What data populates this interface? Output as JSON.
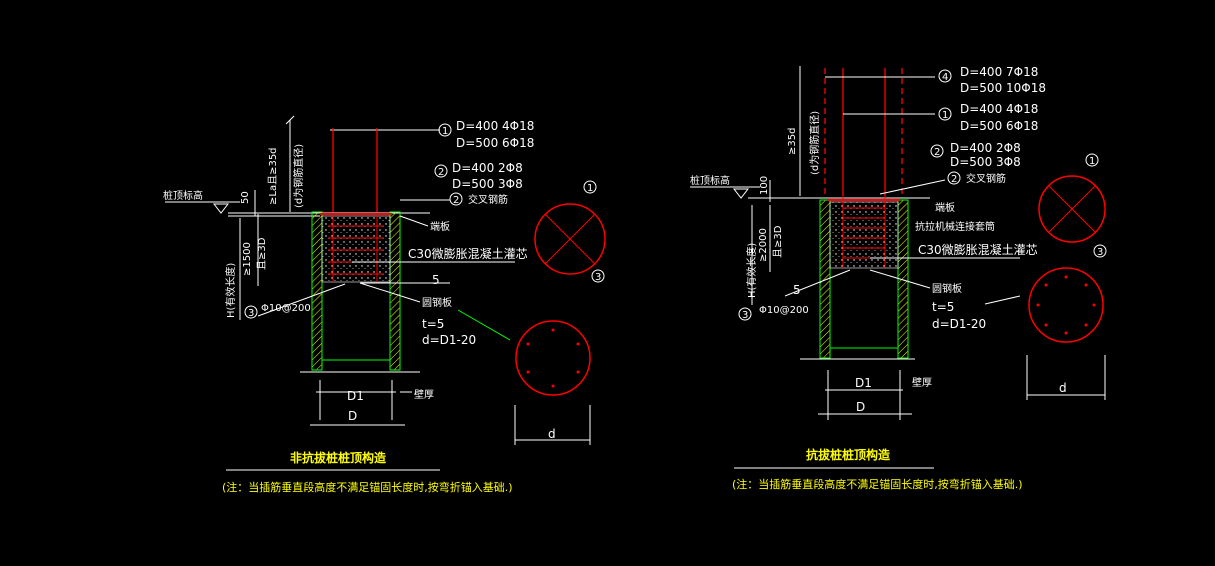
{
  "left": {
    "pile_top_label": "桩顶标高",
    "dim_50": "50",
    "la_label": "≥La且≥35d",
    "la_sub": "(d为钢筋直径)",
    "callout1_num": "1",
    "callout1_l1": "D=400  4Φ18",
    "callout1_l2": "D=500  6Φ18",
    "callout2_num": "2",
    "callout2_l1": "D=400  2Φ8",
    "callout2_l2": "D=500  3Φ8",
    "callout2b_num": "2",
    "cross_bar": "交叉钢筋",
    "end_plate": "端板",
    "core_label": "C30微膨胀混凝土灌芯",
    "dim_1500": "≥1500",
    "dim_3d": "且≥3D",
    "h_label": "H(有效长度)",
    "callout3_num": "3",
    "callout3_text": "Φ10@200",
    "five": "5",
    "ring_plate": "圆钢板",
    "t5": "t=5",
    "dd": "d=D1-20",
    "d1": "D1",
    "dD": "D",
    "wall": "壁厚",
    "dsmall": "d",
    "sec_c1": "1",
    "sec_c3": "3",
    "title": "非抗拔桩桩顶构造",
    "note": "(注：当插筋垂直段高度不满足锚固长度时,按弯折锚入基础.)"
  },
  "right": {
    "pile_top_label": "桩顶标高",
    "dim_100": "100",
    "la_label": "≥35d",
    "la_sub": "(d为钢筋直径)",
    "callout4_num": "4",
    "callout4_l1": "D=400  7Φ18",
    "callout4_l2": "D=500  10Φ18",
    "callout1_num": "1",
    "callout1_l1": "D=400  4Φ18",
    "callout1_l2": "D=500  6Φ18",
    "callout2_num": "2",
    "callout2_l1": "D=400  2Φ8",
    "callout2_l2": "D=500  3Φ8",
    "callout2b_num": "2",
    "cross_bar": "交叉钢筋",
    "end_plate": "端板",
    "inner_wall": "抗拉机械连接套筒",
    "core_label": "C30微膨胀混凝土灌芯",
    "dim_2000": "≥2000",
    "dim_3d": "且≥3D",
    "h_label": "H(有效长度)",
    "callout3_num": "3",
    "callout3_text": "Φ10@200",
    "five": "5",
    "ring_plate": "圆钢板",
    "t5": "t=5",
    "dd": "d=D1-20",
    "d1": "D1",
    "dD": "D",
    "wall": "壁厚",
    "dsmall": "d",
    "sec_c1": "1",
    "sec_c3": "3",
    "title": "抗拔桩桩顶构造",
    "note": "(注：当插筋垂直段高度不满足锚固长度时,按弯折锚入基础.)"
  },
  "colors": {
    "background": "#000000",
    "dim_line": "#ffffff",
    "rebar": "#ff0000",
    "pile_wall": "#00ff00",
    "hatch": "#ffff00",
    "text": "#ffffff",
    "title": "#ffff00"
  }
}
